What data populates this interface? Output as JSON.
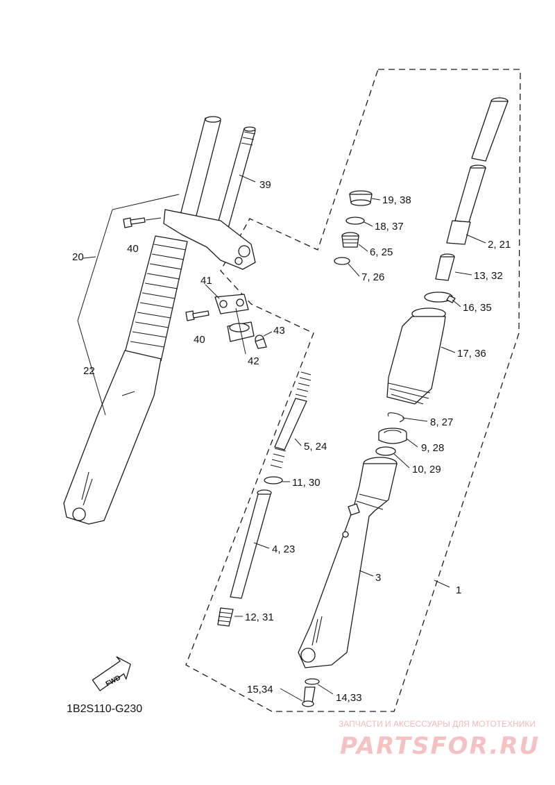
{
  "diagram_code": "1B2S110-G230",
  "fwd_label": "FWD",
  "watermark": {
    "tagline": "ЗАПЧАСТИ И АКСЕССУАРЫ ДЛЯ МОТОТЕХНИКИ",
    "brand": "PARTSFOR.RU"
  },
  "callouts": {
    "c1": "1",
    "c2_21": "2, 21",
    "c3": "3",
    "c4_23": "4, 23",
    "c5_24": "5, 24",
    "c6_25": "6, 25",
    "c7_26": "7, 26",
    "c8_27": "8, 27",
    "c9_28": "9, 28",
    "c10_29": "10, 29",
    "c11_30": "11, 30",
    "c12_31": "12, 31",
    "c13_32": "13, 32",
    "c14_33": "14,33",
    "c15_34": "15,34",
    "c16_35": "16, 35",
    "c17_36": "17, 36",
    "c18_37": "18, 37",
    "c19_38": "19, 38",
    "c20": "20",
    "c22": "22",
    "c39": "39",
    "c40a": "40",
    "c40b": "40",
    "c41": "41",
    "c42": "42",
    "c43": "43"
  }
}
